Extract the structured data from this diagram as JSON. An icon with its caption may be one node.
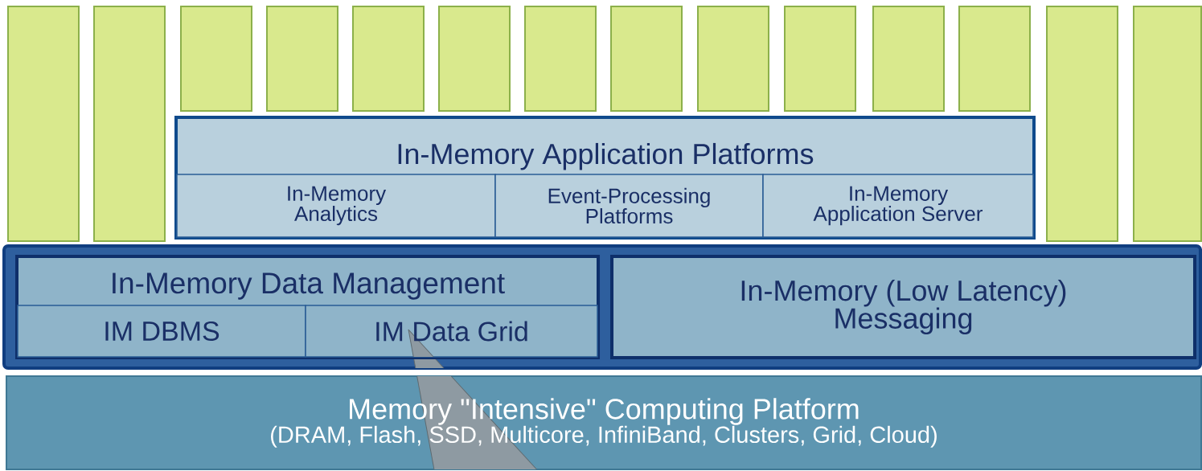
{
  "diagram": {
    "nodes": [
      {
        "text": [],
        "shape": "bar"
      },
      {
        "text": [],
        "shape": "bar"
      },
      {
        "text": [],
        "shape": "bar"
      },
      {
        "text": [],
        "shape": "bar"
      },
      {
        "text": [],
        "shape": "bar"
      },
      {
        "text": [],
        "shape": "bar"
      },
      {
        "text": [],
        "shape": "bar"
      },
      {
        "text": [],
        "shape": "bar"
      },
      {
        "text": [],
        "shape": "bar"
      },
      {
        "text": [],
        "shape": "bar"
      },
      {
        "text": [],
        "shape": "bar"
      },
      {
        "text": [],
        "shape": "bar"
      },
      {
        "text": [],
        "shape": "bar"
      },
      {
        "text": [],
        "shape": "bar"
      },
      {
        "text": [
          "In-Memory Application Platforms"
        ]
      },
      {
        "text": [
          "In-Memory Analytics"
        ],
        "in": 14
      },
      {
        "text": [
          "Event-Processing Platforms"
        ],
        "in": 14
      },
      {
        "text": [
          "In-Memory Application Server"
        ],
        "in": 14
      },
      {
        "text": [],
        "shape": "box"
      },
      {
        "text": [
          "In-Memory Data Management"
        ],
        "in": 18
      },
      {
        "text": [
          "IM DBMS"
        ],
        "in": 19
      },
      {
        "text": [
          "IM Data Grid"
        ],
        "in": 19
      },
      {
        "text": [
          "In-Memory (Low Latency) Messaging"
        ],
        "in": 18
      },
      {
        "text": [
          "Memory \"Intensive\" Computing Platform",
          "(DRAM, Flash, SSD, Multicore, InfiniBand, Clusters, Grid, Cloud)"
        ]
      }
    ]
  }
}
